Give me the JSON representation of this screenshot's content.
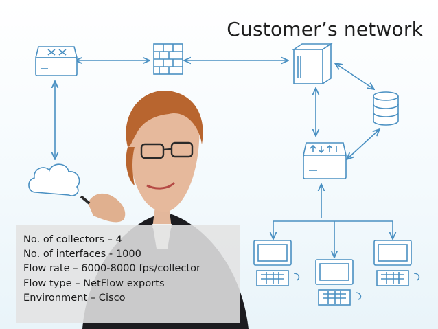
{
  "title": "Customer’s network",
  "info": {
    "lines": [
      "No. of collectors – 4",
      "No. of interfaces - 1000",
      "Flow rate – 6000-8000 fps/collector",
      "Flow type – NetFlow exports",
      "Environment – Cisco"
    ]
  },
  "colors": {
    "line": "#4a90c2",
    "background": "#ffffff",
    "info_box": "#e2e2e2"
  },
  "icons": [
    "router-icon",
    "firewall-icon",
    "server-icon",
    "database-icon",
    "switch-icon",
    "cloud-icon",
    "computer-icon"
  ],
  "photo": "woman-drawing-network-photo"
}
